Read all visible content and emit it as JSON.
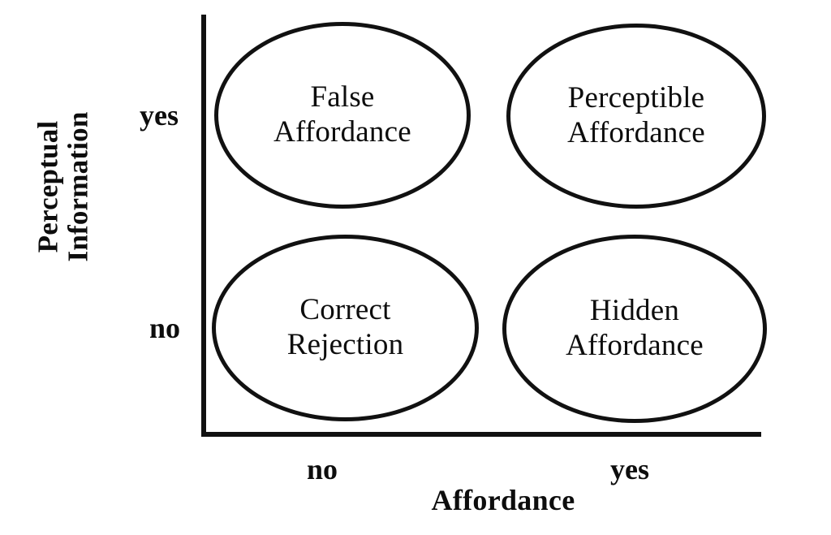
{
  "diagram": {
    "title": "Affordance / Perceptual Information 2x2 matrix",
    "background_color": "#ffffff",
    "stroke_color": "#111111",
    "text_color": "#0d0d0d"
  },
  "axes": {
    "x": {
      "title": "Affordance",
      "ticks": [
        {
          "label": "no"
        },
        {
          "label": "yes"
        }
      ]
    },
    "y": {
      "title_line1": "Perceptual",
      "title_line2": "Information",
      "ticks": [
        {
          "label": "yes"
        },
        {
          "label": "no"
        }
      ]
    }
  },
  "cells": [
    {
      "id": "false-affordance",
      "line1": "False",
      "line2": "Affordance",
      "x": "no",
      "y": "yes"
    },
    {
      "id": "perceptible-affordance",
      "line1": "Perceptible",
      "line2": "Affordance",
      "x": "yes",
      "y": "yes"
    },
    {
      "id": "correct-rejection",
      "line1": "Correct",
      "line2": "Rejection",
      "x": "no",
      "y": "no"
    },
    {
      "id": "hidden-affordance",
      "line1": "Hidden",
      "line2": "Affordance",
      "x": "yes",
      "y": "no"
    }
  ]
}
